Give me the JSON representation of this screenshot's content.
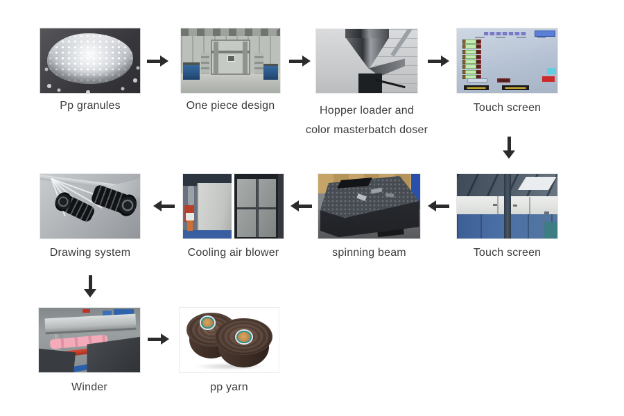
{
  "diagram": {
    "labels": {
      "pp_granules": "Pp granules",
      "one_piece_design": "One piece design",
      "hopper_loader_line1": "Hopper loader and",
      "hopper_loader_line2": "color masterbatch doser",
      "touch_screen_1": "Touch screen",
      "touch_screen_2": "Touch screen",
      "spinning_beam": "spinning beam",
      "cooling_air_blower": "Cooling air blower",
      "drawing_system": "Drawing system",
      "winder": "Winder",
      "pp_yarn": "pp yarn"
    },
    "colors": {
      "background": "#ffffff",
      "arrow": "#2b2b2b",
      "label_text": "#3b3b3b",
      "hmi_on_green": "#5ad03a",
      "hmi_pale_green": "#c4ecb2",
      "hmi_red_button": "#cc2a2a",
      "hmi_panel_blue": "#b7c4d6"
    }
  }
}
